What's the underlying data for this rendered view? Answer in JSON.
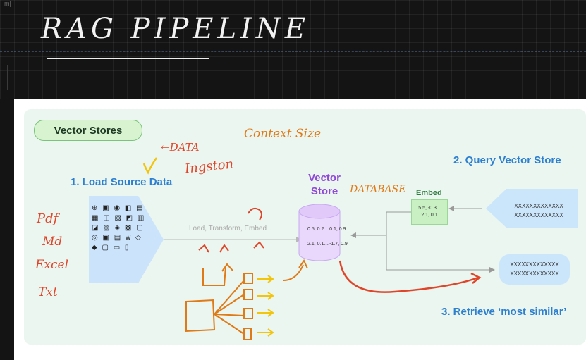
{
  "header": {
    "corner_tag": "m|",
    "title": "RAG PIPELINE"
  },
  "slide": {
    "pill_label": "Vector Stores",
    "step1": "1. Load Source Data",
    "step2": "2. Query Vector Store",
    "step3": "3. Retrieve ‘most similar’",
    "vector_store_line1": "Vector",
    "vector_store_line2": "Store",
    "load_transform": "Load, Transform, Embed",
    "embed_label": "Embed",
    "embed_values_line1": "5.5, -0.3...",
    "embed_values_line2": "2.1, 0.1",
    "db_row1": "0.5, 0.2....0.1, 0.9",
    "db_row2": "2.1, 0.1....-1.7, 0.9",
    "query_line1": "XXXXXXXXXXXXX",
    "query_line2": "XXXXXXXXXXXXX",
    "result_line1": "XXXXXXXXXXXXX",
    "result_line2": "XXXXXXXXXXXXX",
    "icons_glyphs": "⊕ ▣ ◉ ◧ ▤ ▦ ◫ ▧ ◩ ▥ ◪ ▨ ◈ ▩ ▢ ◎ ▣ ▤ w ◇ ◆ ▢ ▭ ▯"
  },
  "annotations": {
    "data": "←DATA",
    "ingestion": "Ingston",
    "context_size": "Context Size",
    "database": "DATABASE",
    "pdf": "Pdf",
    "md": "Md",
    "excel": "Excel",
    "txt": "Txt"
  },
  "colors": {
    "blue_label": "#2d7fd0",
    "purple_label": "#8f48d8",
    "annotation_red": "#e0452a",
    "annotation_orange": "#e07a16",
    "annotation_yellow": "#f2c40c"
  }
}
